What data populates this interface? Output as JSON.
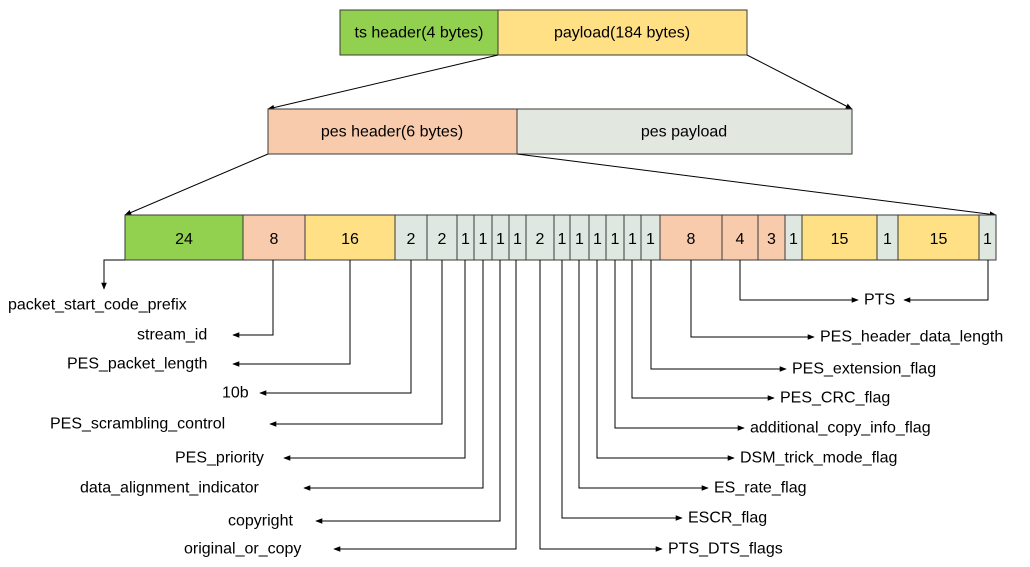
{
  "colors": {
    "green": "#92d050",
    "orange": "#ffe085",
    "salmon": "#f9cbad",
    "gray": "#dfe7e1",
    "payload": "#e2e7e0",
    "border": "#3a3a3a"
  },
  "ts": {
    "header": "ts header(4 bytes)",
    "payload": "payload(184 bytes)"
  },
  "pes": {
    "header": "pes header(6 bytes)",
    "payload": "pes payload"
  },
  "fields": [
    {
      "bits": "24",
      "color": "green"
    },
    {
      "bits": "8",
      "color": "salmon"
    },
    {
      "bits": "16",
      "color": "orange"
    },
    {
      "bits": "2",
      "color": "gray"
    },
    {
      "bits": "2",
      "color": "gray"
    },
    {
      "bits": "1",
      "color": "gray"
    },
    {
      "bits": "1",
      "color": "gray"
    },
    {
      "bits": "1",
      "color": "gray"
    },
    {
      "bits": "1",
      "color": "gray"
    },
    {
      "bits": "2",
      "color": "gray"
    },
    {
      "bits": "1",
      "color": "gray"
    },
    {
      "bits": "1",
      "color": "gray"
    },
    {
      "bits": "1",
      "color": "gray"
    },
    {
      "bits": "1",
      "color": "gray"
    },
    {
      "bits": "1",
      "color": "gray"
    },
    {
      "bits": "1",
      "color": "gray"
    },
    {
      "bits": "8",
      "color": "salmon"
    },
    {
      "bits": "4",
      "color": "salmon"
    },
    {
      "bits": "3",
      "color": "salmon"
    },
    {
      "bits": "1",
      "color": "gray"
    },
    {
      "bits": "15",
      "color": "orange"
    },
    {
      "bits": "1",
      "color": "gray"
    },
    {
      "bits": "15",
      "color": "orange"
    },
    {
      "bits": "1",
      "color": "gray"
    }
  ],
  "left_labels": [
    "packet_start_code_prefix",
    "stream_id",
    "PES_packet_length",
    "10b",
    "PES_scrambling_control",
    "PES_priority",
    "data_alignment_indicator",
    "copyright",
    "original_or_copy"
  ],
  "right_labels": [
    "PTS",
    "PES_header_data_length",
    "PES_extension_flag",
    "PES_CRC_flag",
    "additional_copy_info_flag",
    "DSM_trick_mode_flag",
    "ES_rate_flag",
    "ESCR_flag",
    "PTS_DTS_flags"
  ]
}
